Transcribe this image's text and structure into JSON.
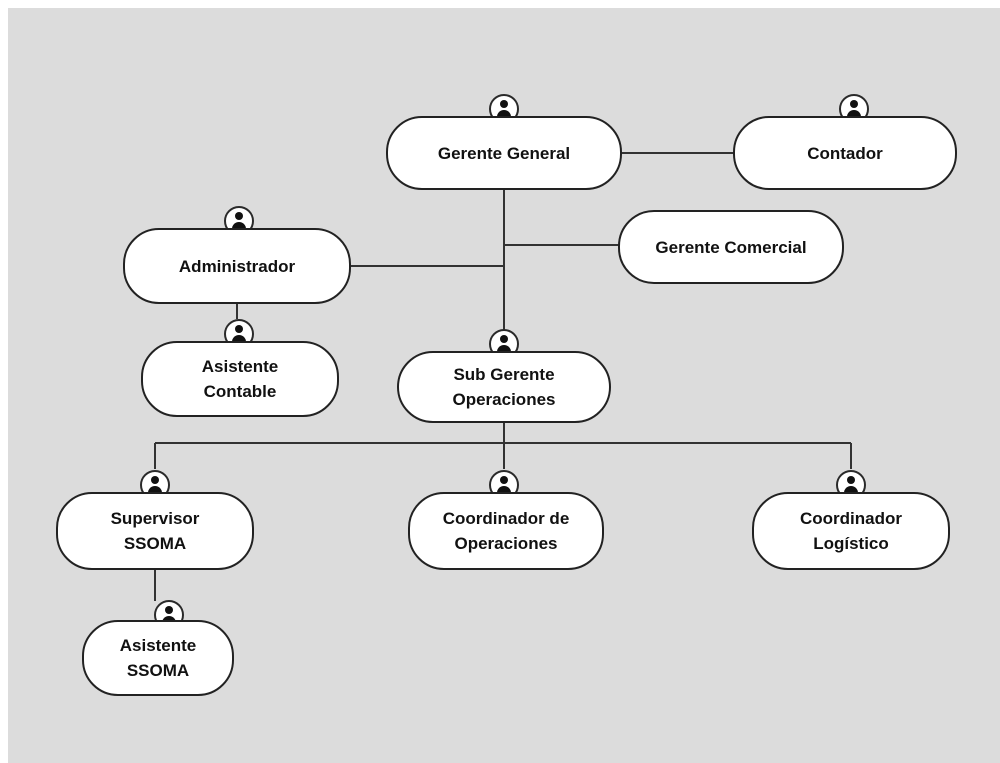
{
  "diagram": {
    "type": "org-chart",
    "colors": {
      "background": "#dcdcdc",
      "box": "#ffffff",
      "line": "#333333"
    },
    "nodes": [
      {
        "id": "gerente-general",
        "label": "Gerente General",
        "icon": "person-icon"
      },
      {
        "id": "contador",
        "label": "Contador",
        "icon": "person-icon"
      },
      {
        "id": "gerente-comercial",
        "label": "Gerente Comercial"
      },
      {
        "id": "administrador",
        "label": "Administrador",
        "icon": "person-icon"
      },
      {
        "id": "asistente-contable",
        "label": "Asistente\nContable",
        "icon": "person-icon"
      },
      {
        "id": "sub-gerente-operaciones",
        "label": "Sub Gerente\nOperaciones",
        "icon": "person-icon"
      },
      {
        "id": "supervisor-ssoma",
        "label": "Supervisor\nSSOMA",
        "icon": "person-icon"
      },
      {
        "id": "coordinador-operaciones",
        "label": "Coordinador de\nOperaciones",
        "icon": "person-icon"
      },
      {
        "id": "coordinador-logistico",
        "label": "Coordinador\nLogístico",
        "icon": "person-icon"
      },
      {
        "id": "asistente-ssoma",
        "label": "Asistente\nSSOMA",
        "icon": "person-icon"
      }
    ],
    "edges": [
      [
        "gerente-general",
        "contador"
      ],
      [
        "gerente-general",
        "gerente-comercial"
      ],
      [
        "gerente-general",
        "administrador"
      ],
      [
        "gerente-general",
        "sub-gerente-operaciones"
      ],
      [
        "administrador",
        "asistente-contable"
      ],
      [
        "sub-gerente-operaciones",
        "supervisor-ssoma"
      ],
      [
        "sub-gerente-operaciones",
        "coordinador-operaciones"
      ],
      [
        "sub-gerente-operaciones",
        "coordinador-logistico"
      ],
      [
        "supervisor-ssoma",
        "asistente-ssoma"
      ]
    ]
  }
}
